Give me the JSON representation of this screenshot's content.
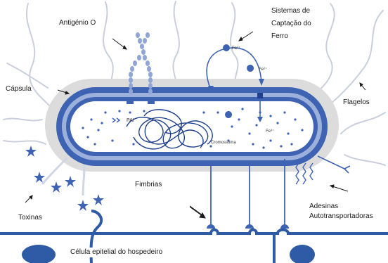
{
  "labels": {
    "antigen": "Antigénio O",
    "capsule": "Cápsula",
    "iron_line1": "Sistemas de",
    "iron_line2": "Captação do",
    "iron_line3": "Ferro",
    "flagella": "Flagelos",
    "fimbriae": "Fimbrias",
    "toxins": "Toxinas",
    "adhesins_line1": "Adesinas",
    "adhesins_line2": "Autotransportadoras",
    "host_cell": "Célula epitelial do hospedeiro",
    "pai": "PAI",
    "chromosome": "Cromossoma",
    "fe3": "Fe³⁺",
    "fe2": "Fe²⁺",
    "fe3b": "Fe³⁺"
  },
  "colors": {
    "membrane_dark": "#3f63b3",
    "membrane_light": "#9cb0dc",
    "capsule_gray": "#dcdcdc",
    "cytoplasm": "#ffffff",
    "flagella": "#c9cfdc",
    "host_cell": "#2f5aa5",
    "text": "#1a1a1a"
  }
}
